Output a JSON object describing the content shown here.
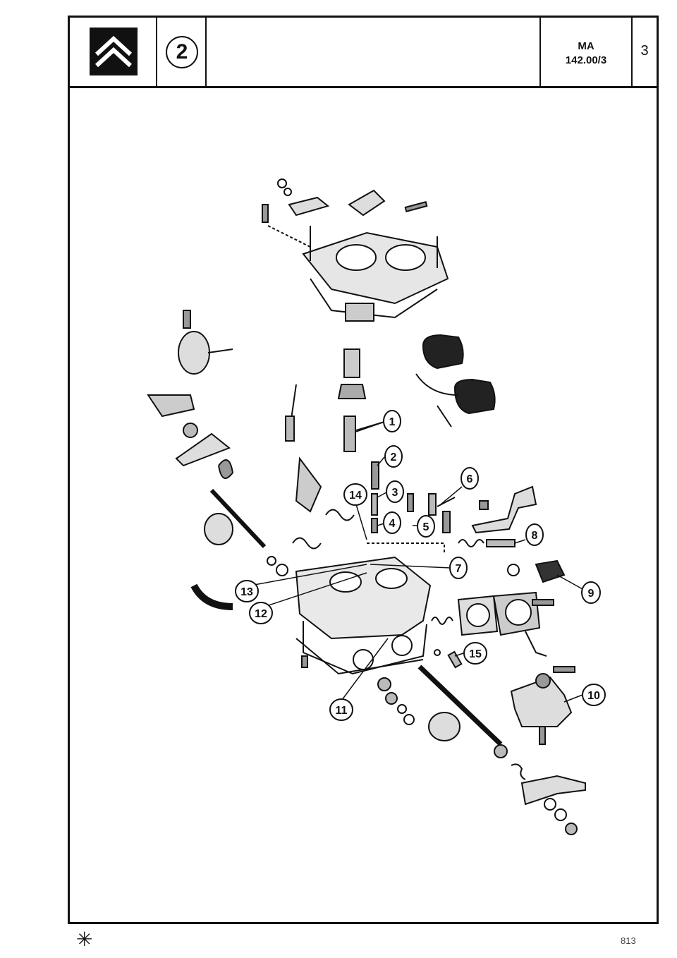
{
  "header": {
    "section_number": "2",
    "title": "",
    "reference_line1": "MA",
    "reference_line2": "142.00/3",
    "page_number": "3"
  },
  "callouts": [
    "1",
    "2",
    "3",
    "4",
    "5",
    "6",
    "7",
    "8",
    "9",
    "10",
    "11",
    "12",
    "13",
    "14",
    "15"
  ],
  "icons": {
    "brand_logo": "double-chevron-logo",
    "footer_mark": "asterisk-icon"
  },
  "footer": {
    "mark": "✳",
    "code": "813"
  }
}
